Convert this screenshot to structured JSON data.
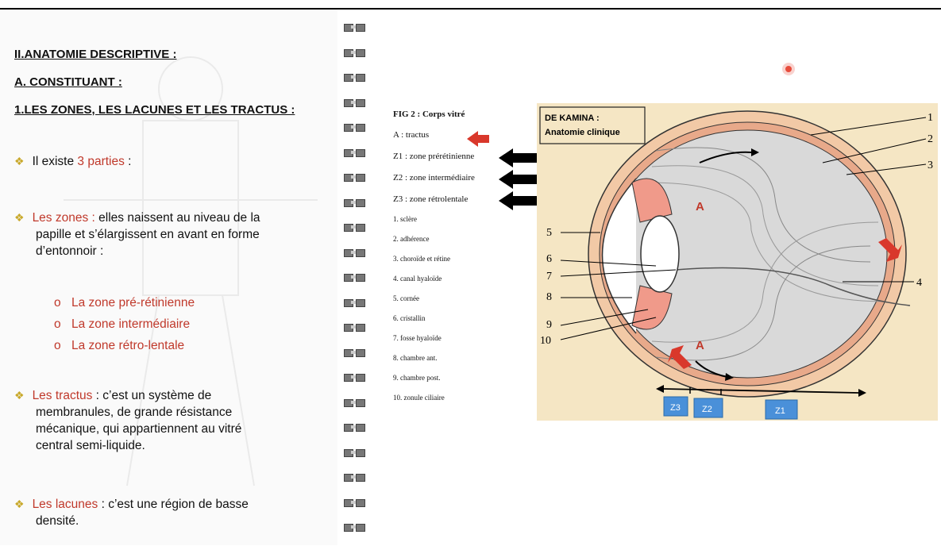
{
  "left": {
    "heading1": "II.ANATOMIE DESCRIPTIVE :",
    "heading2": "A. CONSTITUANT :",
    "heading3": "1.LES ZONES, LES LACUNES ET LES TRACTUS :",
    "b1_pre": "Il existe ",
    "b1_red": "3 parties",
    "b1_post": " :",
    "b2_red": "Les zones : ",
    "b2_text_l1": " elles naissent au niveau de la",
    "b2_text_l2": "papille et s’élargissent en avant en forme",
    "b2_text_l3": "d’entonnoir :",
    "sub1": "La zone pré-rétinienne",
    "sub2": "La zone intermédiaire",
    "sub3": "La zone rétro-lentale",
    "b3_red": "Les tractus",
    "b3_l1": " : c’est un système de",
    "b3_l2": "membranules, de grande résistance",
    "b3_l3": "mécanique, qui appartiennent au vitré",
    "b3_l4": "central semi-liquide.",
    "b4_red": "Les lacunes",
    "b4_l1": " :  c’est une région de basse",
    "b4_l2": "densité."
  },
  "legend": {
    "title": "FIG 2 : Corps vitré",
    "a": "A : tractus",
    "z1": "Z1 : zone prérétinienne",
    "z2": "Z2 : zone intermédiaire",
    "z3": "Z3 : zone rétrolentale",
    "i1": "1. sclère",
    "i2": "2. adhérence",
    "i3": "3. choroïde et rétine",
    "i4": "4. canal hyaloïde",
    "i5": "5. cornée",
    "i6": "6. cristallin",
    "i7": "7. fosse hyaloïde",
    "i8": "8. chambre ant.",
    "i9": "9. chambre post.",
    "i10": "10. zonule ciliaire"
  },
  "figure": {
    "source_l1": "DE KAMINA :",
    "source_l2": "Anatomie clinique",
    "label_a": "A",
    "n1": "1",
    "n2": "2",
    "n3": "3",
    "n4": "4",
    "n5": "5",
    "n6": "6",
    "n7": "7",
    "n8": "8",
    "n9": "9",
    "n10": "10",
    "z1": "Z1",
    "z2": "Z2",
    "z3": "Z3"
  },
  "colors": {
    "accent_red": "#c0392b",
    "zone_box": "#4a90d9",
    "figure_bg": "#f5e6c4"
  }
}
